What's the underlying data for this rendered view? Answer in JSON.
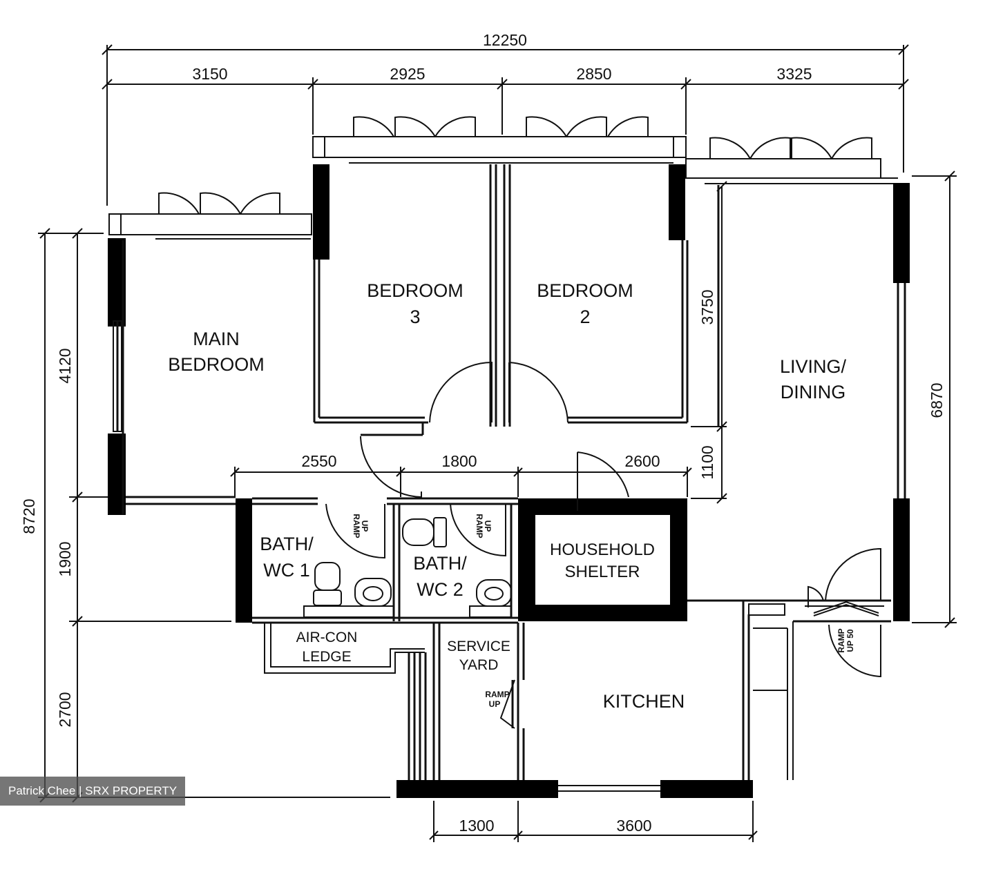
{
  "rooms": {
    "main_bedroom": [
      "MAIN",
      "BEDROOM"
    ],
    "bedroom3": [
      "BEDROOM",
      "3"
    ],
    "bedroom2": [
      "BEDROOM",
      "2"
    ],
    "living": [
      "LIVING/",
      "DINING"
    ],
    "bath1": [
      "BATH/",
      "WC 1"
    ],
    "bath2": [
      "BATH/",
      "WC 2"
    ],
    "shelter": [
      "HOUSEHOLD",
      "SHELTER"
    ],
    "aircon": [
      "AIR-CON",
      "LEDGE"
    ],
    "service": [
      "SERVICE",
      "YARD"
    ],
    "kitchen": "KITCHEN"
  },
  "ramps": {
    "bath1": [
      "RAMP",
      "UP"
    ],
    "bath2": [
      "RAMP",
      "UP"
    ],
    "service": [
      "RAMP",
      "UP"
    ],
    "entrance": [
      "RAMP",
      "UP 50"
    ]
  },
  "dimensions": {
    "overall_width": "12250",
    "top_1": "3150",
    "top_2": "2925",
    "top_3": "2850",
    "top_4": "3325",
    "mid_1": "2550",
    "mid_2": "1800",
    "mid_3": "2600",
    "bottom_1": "1300",
    "bottom_2": "3600",
    "left_total": "8720",
    "left_1": "4120",
    "left_2": "1900",
    "left_3": "2700",
    "living_1": "3750",
    "living_2": "1100",
    "right_total": "6870"
  },
  "watermark": "Patrick Chee | SRX PROPERTY"
}
